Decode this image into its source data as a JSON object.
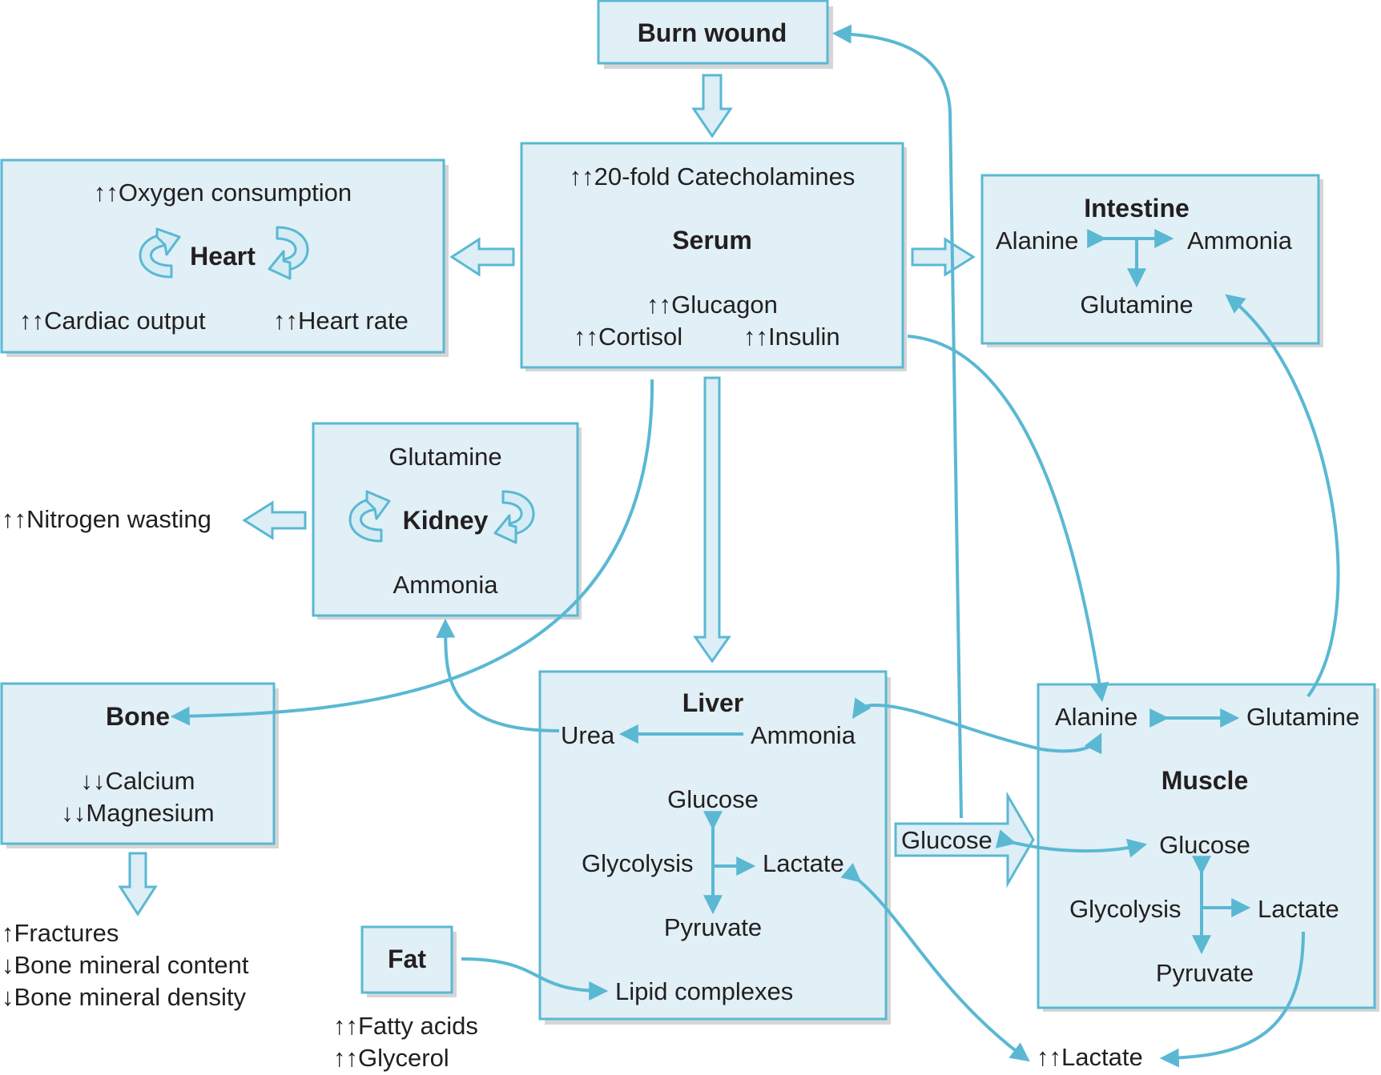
{
  "burn_wound": {
    "title": "Burn wound"
  },
  "serum": {
    "catecholamines": "↑↑20-fold Catecholamines",
    "title": "Serum",
    "glucagon": "↑↑Glucagon",
    "cortisol": "↑↑Cortisol",
    "insulin": "↑↑Insulin"
  },
  "heart": {
    "oxygen": "↑↑Oxygen consumption",
    "title": "Heart",
    "cardiac_output": "↑↑Cardiac output",
    "heart_rate": "↑↑Heart rate"
  },
  "intestine": {
    "title": "Intestine",
    "alanine": "Alanine",
    "ammonia": "Ammonia",
    "glutamine": "Glutamine"
  },
  "kidney": {
    "glutamine": "Glutamine",
    "title": "Kidney",
    "ammonia": "Ammonia",
    "nitrogen_wasting": "↑↑Nitrogen wasting"
  },
  "bone": {
    "title": "Bone",
    "calcium": "↓↓Calcium",
    "magnesium": "↓↓Magnesium",
    "effects": [
      "↑Fractures",
      "↓Bone mineral content",
      "↓Bone mineral density"
    ]
  },
  "liver": {
    "title": "Liver",
    "urea": "Urea",
    "ammonia": "Ammonia",
    "glucose": "Glucose",
    "glycolysis": "Glycolysis",
    "lactate": "Lactate",
    "pyruvate": "Pyruvate",
    "lipid_complexes": "Lipid complexes"
  },
  "muscle": {
    "alanine": "Alanine",
    "glutamine": "Glutamine",
    "title": "Muscle",
    "glucose": "Glucose",
    "glycolysis": "Glycolysis",
    "lactate": "Lactate",
    "pyruvate": "Pyruvate"
  },
  "fat": {
    "title": "Fat",
    "fatty_acids": "↑↑Fatty acids",
    "glycerol": "↑↑Glycerol"
  },
  "glucose_transfer": "Glucose",
  "lactate_out": "↑↑Lactate",
  "colors": {
    "accent": "#5ab8d3",
    "box_fill": "#e1eff6"
  }
}
